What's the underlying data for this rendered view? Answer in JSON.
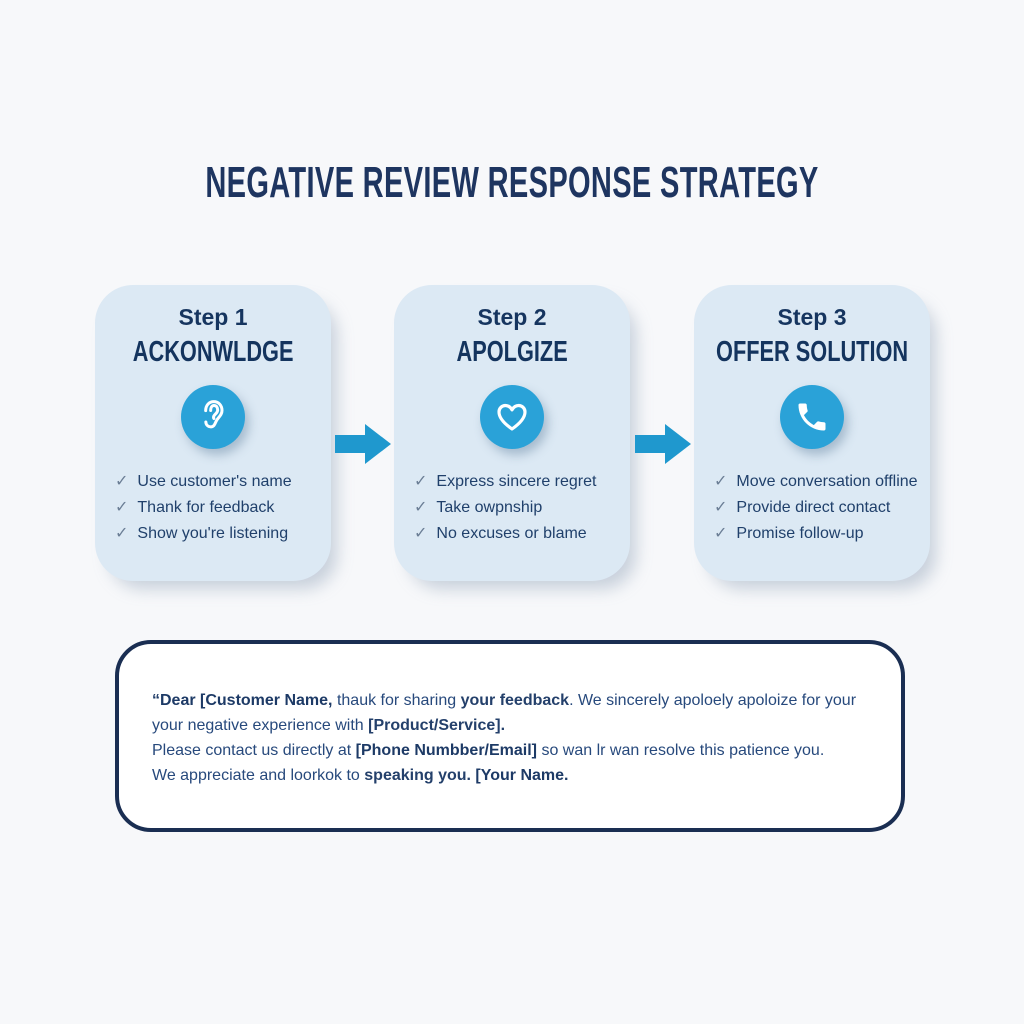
{
  "title": "NEGATIVE REVIEW RESPONSE STRATEGY",
  "checkmark": "✓",
  "colors": {
    "background": "#f7f8fa",
    "navy_text": "#1e3560",
    "card_background": "#dce9f4",
    "icon_circle_blue": "#2aa2d8",
    "arrow_blue": "#1f98ce",
    "checkmark_gray": "#6b7e95",
    "box_border_navy": "#1a2e52"
  },
  "cards": [
    {
      "step_label": "Step 1",
      "title": "ACKONWLDGE",
      "icon": "ear-icon",
      "items": [
        "Use customer's name",
        "Thank for feedback",
        "Show you're listening"
      ]
    },
    {
      "step_label": "Step 2",
      "title": "APOLGIZE",
      "icon": "heart-icon",
      "items": [
        "Express sincere regret",
        "Take owpnship",
        "No excuses or blame"
      ]
    },
    {
      "step_label": "Step 3",
      "title": "OFFER SOLUTION",
      "icon": "phone-icon",
      "items": [
        "Move conversation offline",
        "Provide direct contact",
        "Promise follow-up"
      ]
    }
  ],
  "template_box": {
    "lines": [
      {
        "segments": [
          {
            "text": "“Dear [Customer Name,",
            "style": "bold"
          },
          {
            "text": " thauk for sharing ",
            "style": "regular"
          },
          {
            "text": "your feedback",
            "style": "semibold"
          },
          {
            "text": ". We sincerely apoloely apoloize for your",
            "style": "regular"
          }
        ]
      },
      {
        "segments": [
          {
            "text": "your negative experience with ",
            "style": "regular"
          },
          {
            "text": "[Product/Service].",
            "style": "semibold"
          }
        ]
      },
      {
        "segments": [
          {
            "text": "Please contact us directly at ",
            "style": "regular"
          },
          {
            "text": "[Phone Numbber/Email]",
            "style": "bold"
          },
          {
            "text": " so wan lr wan resolve this patience you.",
            "style": "regular"
          }
        ]
      },
      {
        "segments": [
          {
            "text": "We appreciate and loorkok to ",
            "style": "regular"
          },
          {
            "text": "speaking you.",
            "style": "semibold"
          },
          {
            "text": " [Your Name.",
            "style": "bold"
          }
        ]
      }
    ]
  }
}
